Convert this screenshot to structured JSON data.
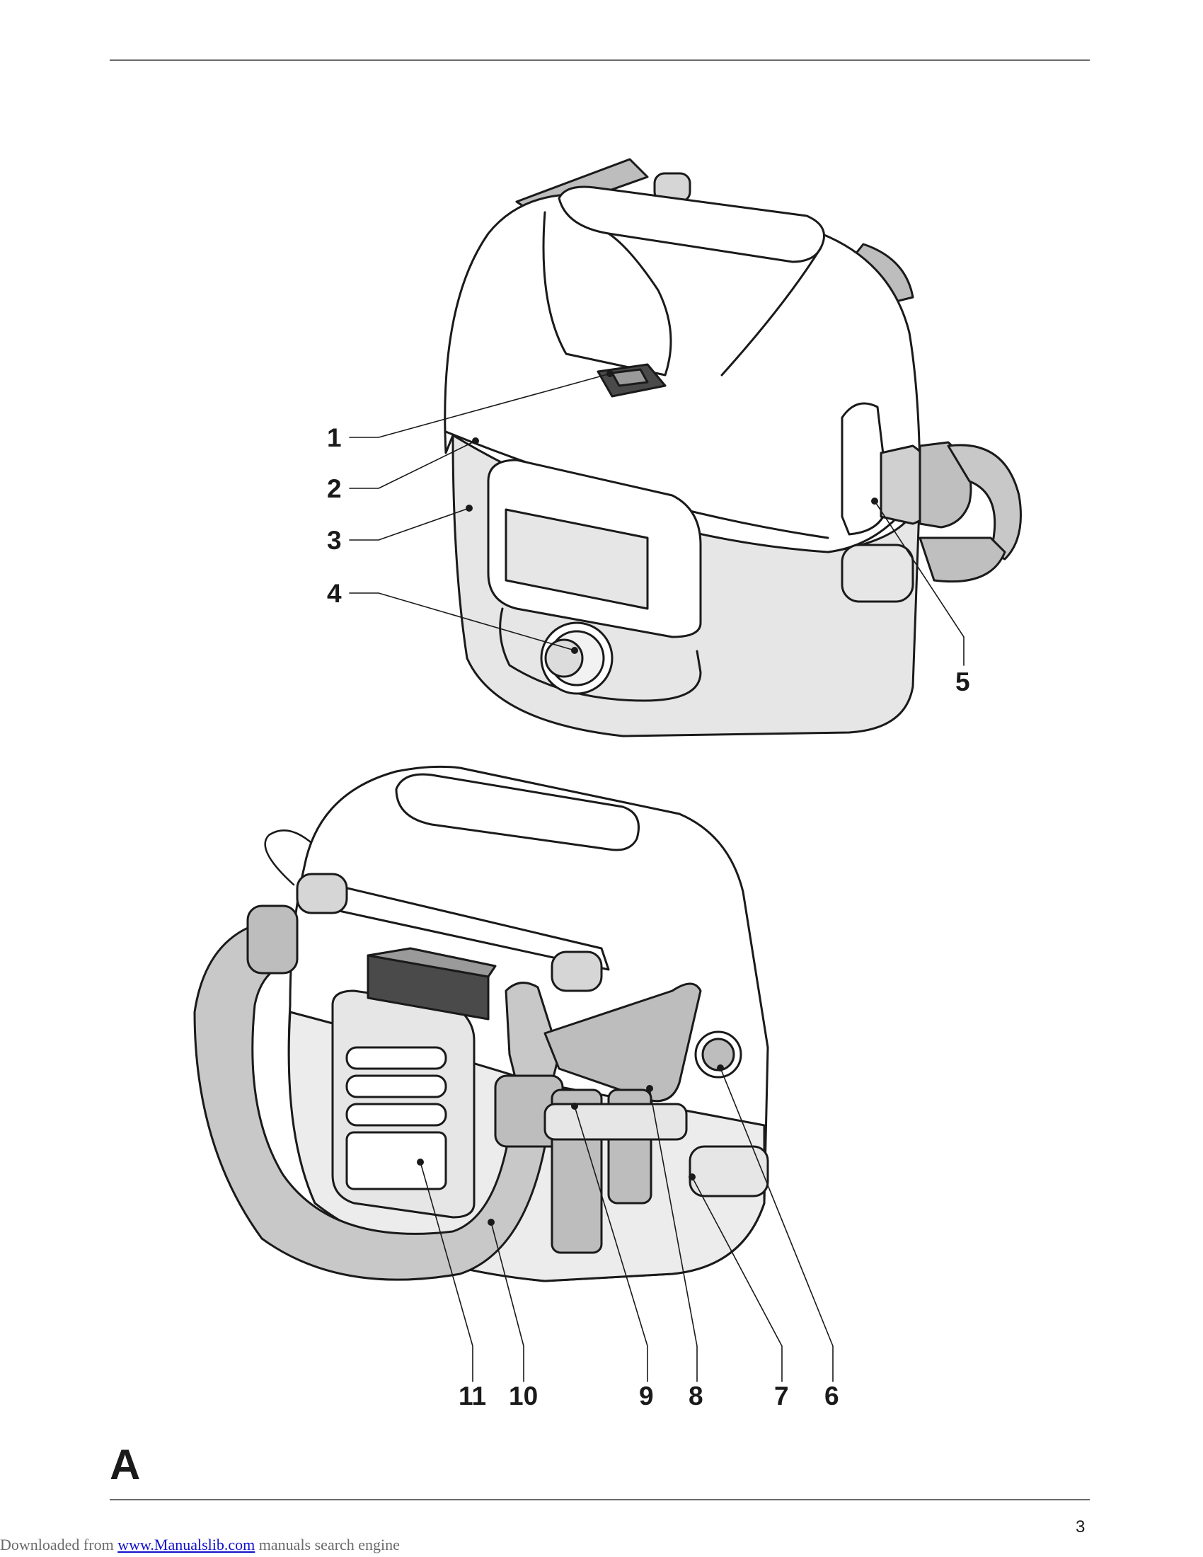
{
  "figure": {
    "section_letter": "A",
    "callouts": [
      "1",
      "2",
      "3",
      "4",
      "5",
      "6",
      "7",
      "8",
      "9",
      "10",
      "11"
    ]
  },
  "page": {
    "number": "3"
  },
  "footer": {
    "prefix": "Downloaded from ",
    "link_text": "www.Manualslib.com",
    "suffix": " manuals search engine"
  }
}
